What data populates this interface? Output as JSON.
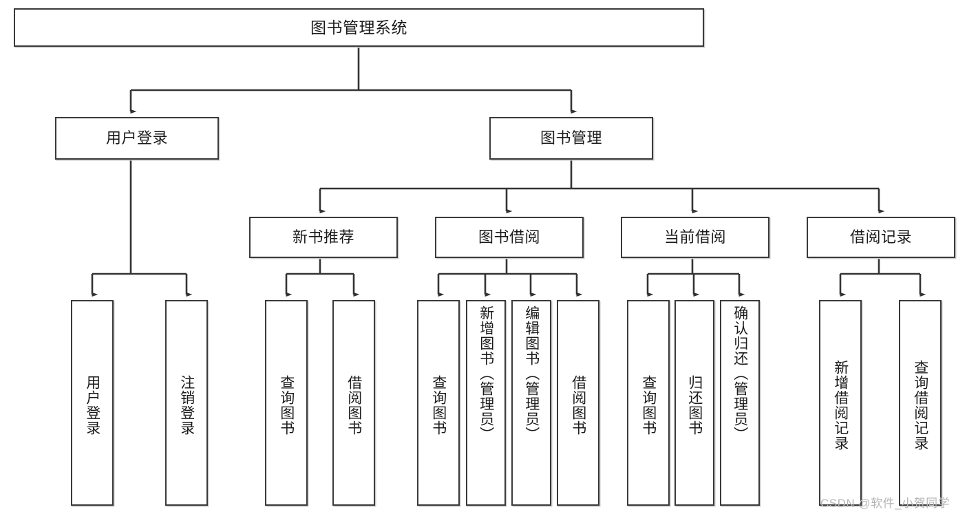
{
  "diagram": {
    "title": "图书管理系统",
    "type": "tree-hierarchy-diagram",
    "style": {
      "box_border_color": "#3a3a3a",
      "box_fill_color": "#ffffff",
      "connector_color": "#333333",
      "text_color": "#1b1b1b",
      "watermark_color": "#b6b6b6"
    },
    "levels": [
      {
        "level": 1,
        "nodes": [
          {
            "id": "root",
            "label": "图书管理系统"
          }
        ]
      },
      {
        "level": 2,
        "nodes": [
          {
            "id": "user-login",
            "label": "用户登录",
            "parent": "root"
          },
          {
            "id": "book-manage",
            "label": "图书管理",
            "parent": "root"
          }
        ]
      },
      {
        "level": 3,
        "nodes": [
          {
            "id": "new-book-rec",
            "label": "新书推荐",
            "parent": "book-manage"
          },
          {
            "id": "book-borrow",
            "label": "图书借阅",
            "parent": "book-manage"
          },
          {
            "id": "current-borrow",
            "label": "当前借阅",
            "parent": "book-manage"
          },
          {
            "id": "borrow-record",
            "label": "借阅记录",
            "parent": "book-manage"
          }
        ]
      },
      {
        "level": 4,
        "nodes": [
          {
            "id": "leaf-user-login",
            "label": "用户登录",
            "parent": "user-login"
          },
          {
            "id": "leaf-user-logout",
            "label": "注销登录",
            "parent": "user-login"
          },
          {
            "id": "leaf-query-book-1",
            "label": "查询图书",
            "parent": "new-book-rec"
          },
          {
            "id": "leaf-borrow-book-1",
            "label": "借阅图书",
            "parent": "new-book-rec"
          },
          {
            "id": "leaf-query-book-2",
            "label": "查询图书",
            "parent": "book-borrow"
          },
          {
            "id": "leaf-add-book",
            "label": "新增图书（管理员）",
            "parent": "book-borrow"
          },
          {
            "id": "leaf-edit-book",
            "label": "编辑图书（管理员）",
            "parent": "book-borrow"
          },
          {
            "id": "leaf-borrow-book-2",
            "label": "借阅图书",
            "parent": "book-borrow"
          },
          {
            "id": "leaf-query-book-3",
            "label": "查询图书",
            "parent": "current-borrow"
          },
          {
            "id": "leaf-return-book",
            "label": "归还图书",
            "parent": "current-borrow"
          },
          {
            "id": "leaf-confirm-return",
            "label": "确认归还（管理员）",
            "parent": "current-borrow"
          },
          {
            "id": "leaf-add-record",
            "label": "新增借阅记录",
            "parent": "borrow-record"
          },
          {
            "id": "leaf-query-record",
            "label": "查询借阅记录",
            "parent": "borrow-record"
          }
        ]
      }
    ]
  },
  "watermark": {
    "text": "CSDN @软件_小贺同学"
  }
}
